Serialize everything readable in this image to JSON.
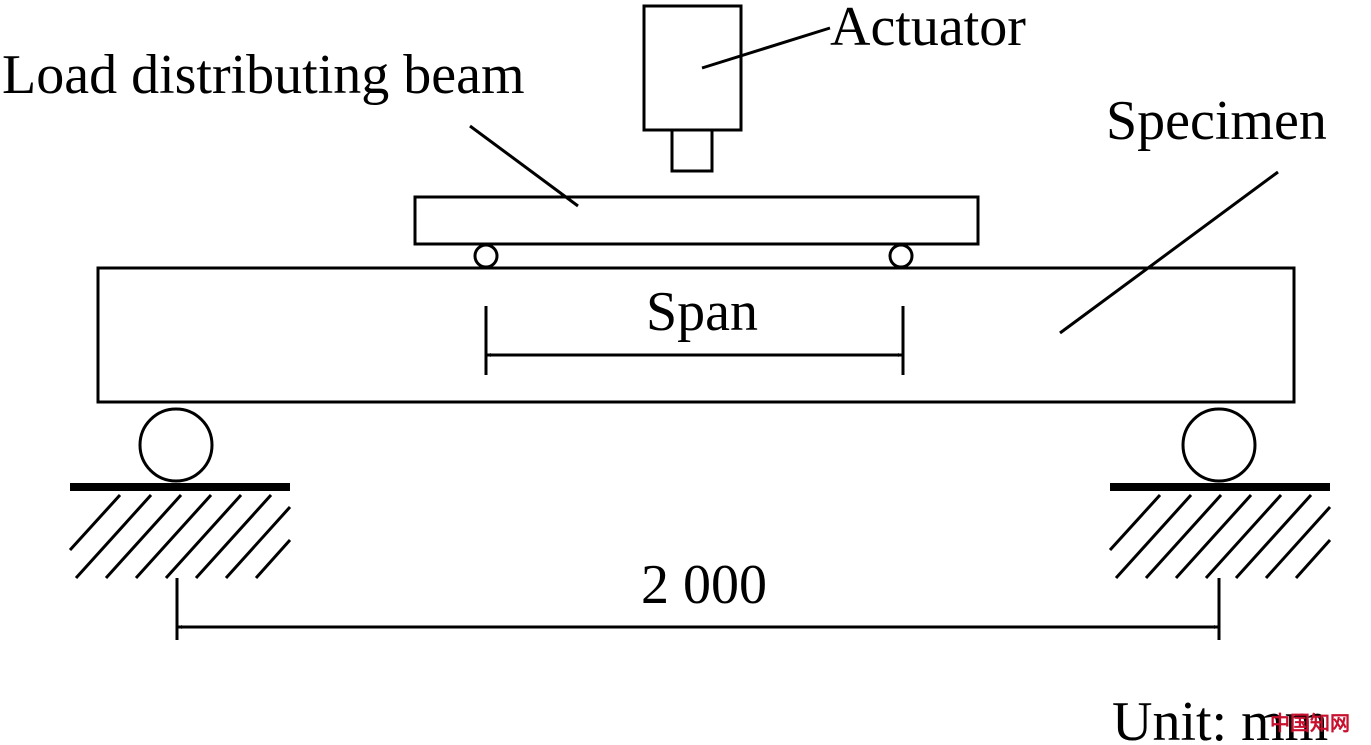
{
  "labels": {
    "actuator": "Actuator",
    "load_beam": "Load distributing beam",
    "specimen": "Specimen",
    "span": "Span",
    "total_span": "2 000",
    "unit": "Unit: mm"
  },
  "watermark": {
    "text": "中国知网",
    "color": "#c8102e"
  }
}
